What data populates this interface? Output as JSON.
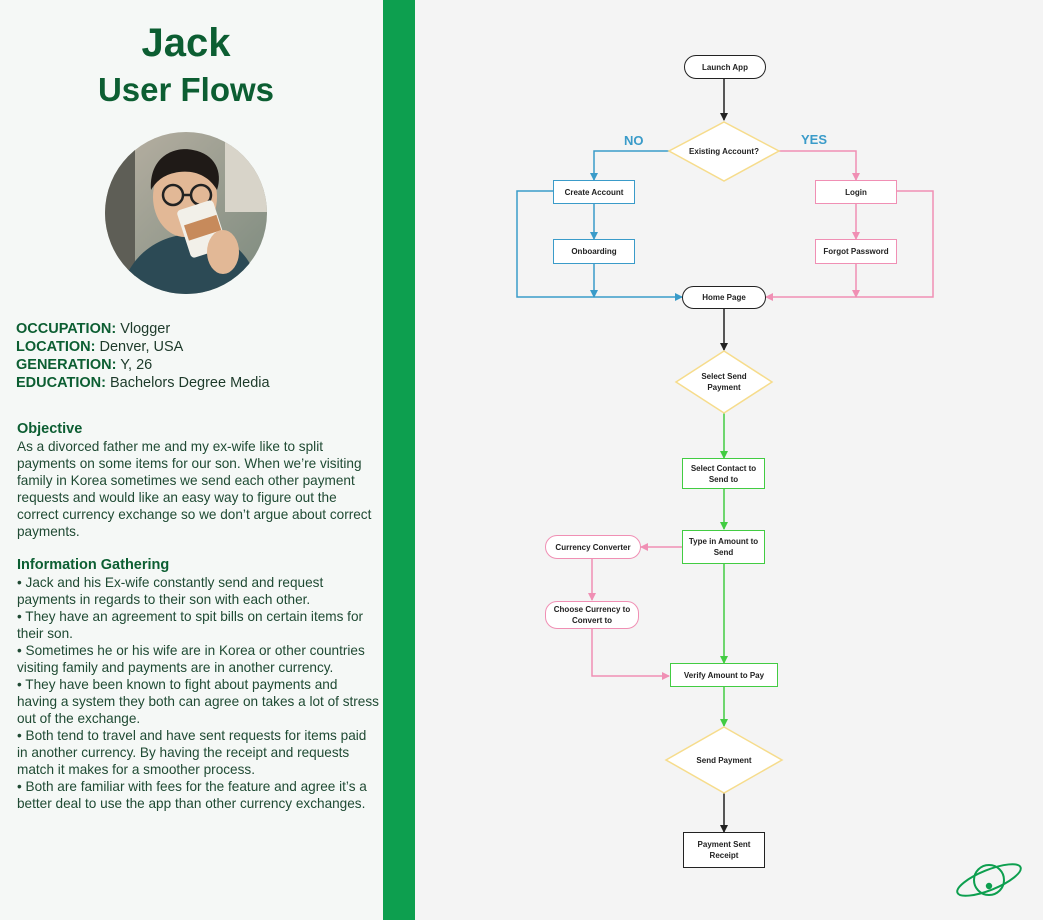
{
  "persona": {
    "name": "Jack",
    "subtitle": "User Flows",
    "facts": [
      {
        "label": "OCCUPATION:",
        "value": "Vlogger"
      },
      {
        "label": "LOCATION:",
        "value": "Denver, USA"
      },
      {
        "label": "GENERATION:",
        "value": "Y, 26"
      },
      {
        "label": "EDUCATION:",
        "value": "Bachelors Degree Media"
      }
    ],
    "objective_title": "Objective",
    "objective_text": "As a divorced father me and my ex-wife like to split payments on some items for our son. When we’re visiting family in Korea sometimes we send each other payment requests and would like an easy way to figure out the correct currency exchange so we don’t argue about correct payments.",
    "info_title": "Information Gathering",
    "info_items": [
      "• Jack and his Ex-wife constantly send and request payments in regards to their son with each other.",
      "• They have an agreement to spit bills on certain items for their son.",
      "• Sometimes he or his wife are in Korea or other countries visiting family and payments are in another currency.",
      "• They have been known to fight about payments and having a system they both can agree on takes a lot of stress out of the exchange.",
      "• Both tend to travel and have sent requests for items paid in another currency. By having the receipt and requests match it makes for a smoother process.",
      "• Both are familiar with fees for the feature and agree it’s a better deal to use the app than other currency exchanges."
    ]
  },
  "flow": {
    "launch": "Launch App",
    "existing": "Existing Account?",
    "no": "NO",
    "yes": "YES",
    "create": "Create Account",
    "onboarding": "Onboarding",
    "login": "Login",
    "forgot": "Forgot Password",
    "home": "Home Page",
    "select_send": "Select Send Payment",
    "select_contact": "Select Contact to Send to",
    "type_amount": "Type in Amount to Send",
    "currency_converter": "Currency Converter",
    "choose_currency": "Choose Currency to Convert to",
    "verify": "Verify Amount to Pay",
    "send_payment": "Send Payment",
    "payment_sent": "Payment Sent Receipt"
  },
  "colors": {
    "brand_green": "#0d9f4f",
    "title_green": "#0c5e32",
    "flow_blue": "#3a9bc9",
    "flow_pink": "#f08fb4",
    "flow_green": "#42cc42",
    "diamond_yellow": "#f6dc8c"
  },
  "icons": {
    "logo": "planet-icon"
  }
}
